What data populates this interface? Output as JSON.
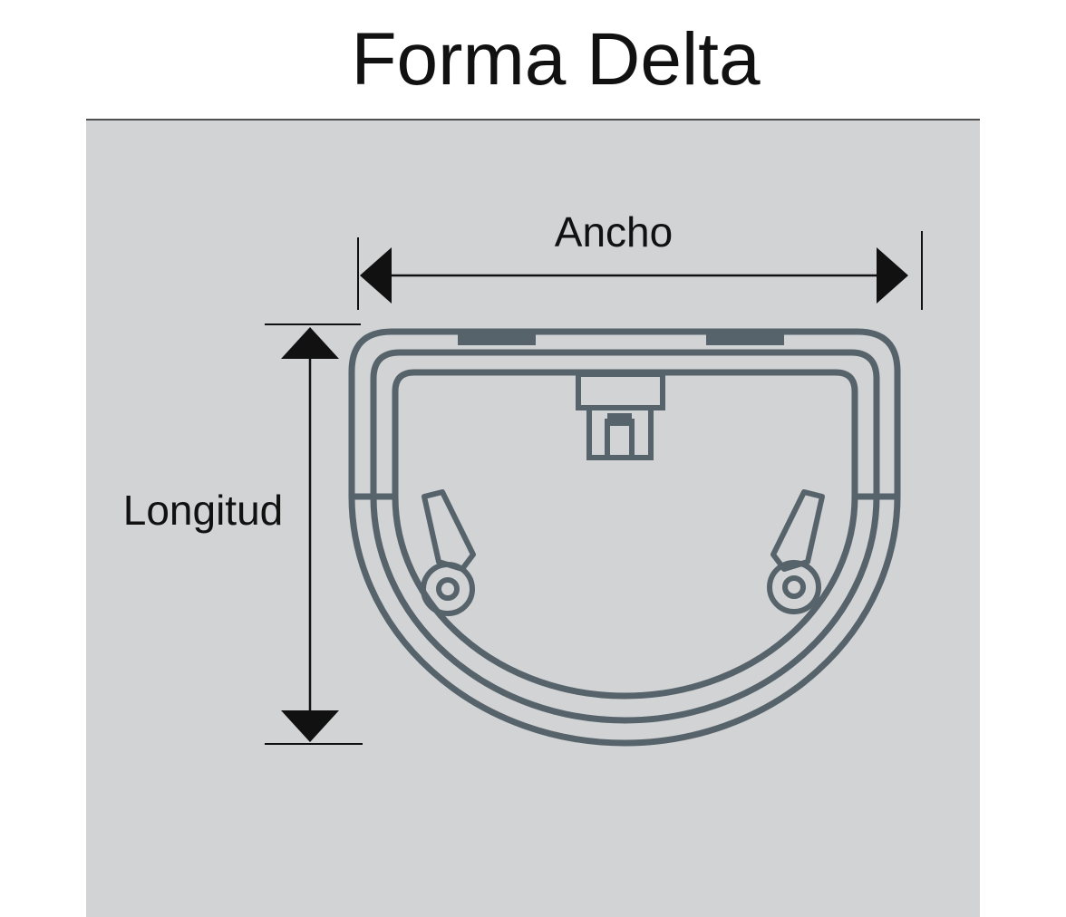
{
  "title": "Forma Delta",
  "labels": {
    "width": "Ancho",
    "length": "Longitud"
  },
  "colors": {
    "panel_background": "#d2d3d5",
    "rail": "#56636a",
    "dimension_lines": "#111111"
  }
}
